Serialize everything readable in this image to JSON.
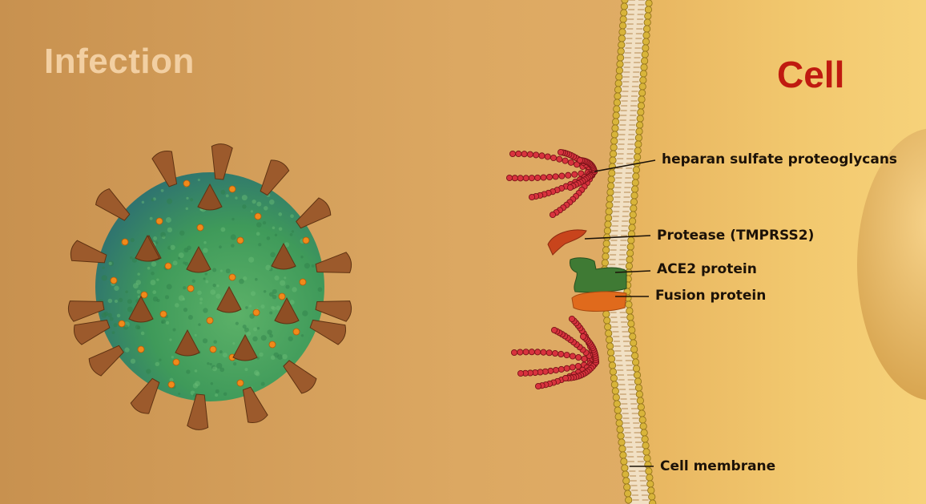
{
  "titles": {
    "left": "Infection",
    "right": "Cell"
  },
  "labels": {
    "heparan": "heparan sulfate proteoglycans",
    "protease": "Protease (TMPRSS2)",
    "ace2": "ACE2 protein",
    "fusion": "Fusion protein",
    "membrane": "Cell membrane"
  },
  "colors": {
    "outside": "#d9a45c",
    "cell_interior": "#f0c66c",
    "virus_body": "#3f9a5a",
    "spike": "#9c5a2c",
    "dot": "#f08a1a",
    "proteoglycan": "#d8333e",
    "protease": "#c8441c",
    "ace2": "#3f7a34",
    "fusion": "#e06a1c",
    "cell_title": "#c01a10"
  }
}
